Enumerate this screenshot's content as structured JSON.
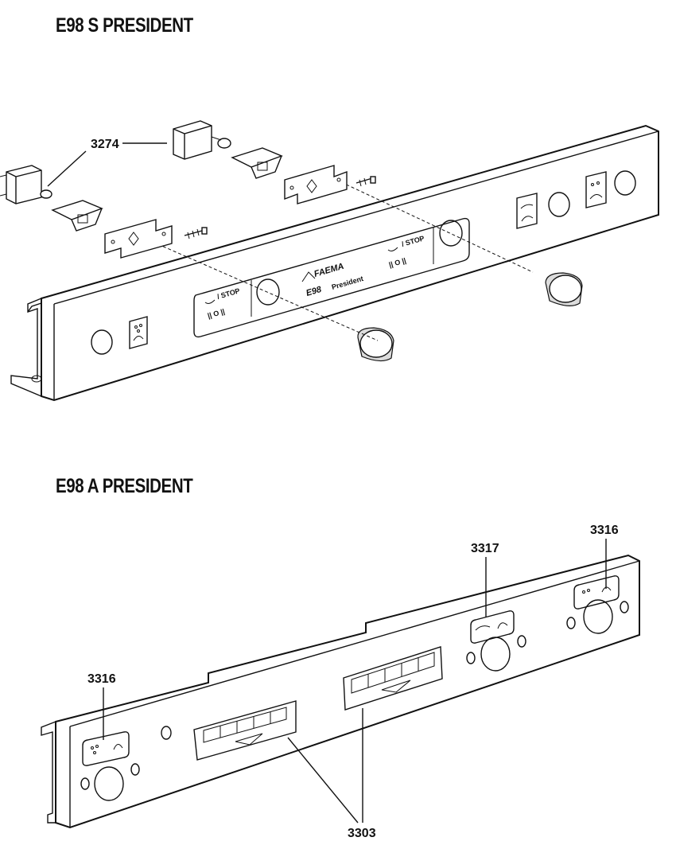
{
  "sections": {
    "top": {
      "title": "E98 S PRESIDENT"
    },
    "bottom": {
      "title": "E98 A PRESIDENT"
    }
  },
  "callouts": {
    "switch": "3274",
    "panel_left": "3316",
    "panel_right": "3316",
    "panel_mid": "3317",
    "keypad": "3303"
  },
  "panel_labels": {
    "stop_left": "/ STOP",
    "stop_right": "/ STOP",
    "brand": "FAEMA",
    "model": "E98",
    "model_suffix": "President"
  }
}
